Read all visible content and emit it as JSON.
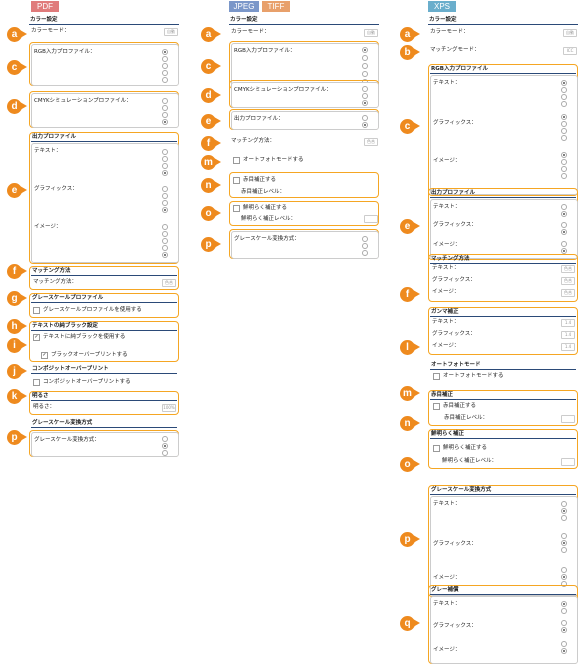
{
  "tabs": {
    "pdf": "PDF",
    "jpeg": "JPEG",
    "tiff": "TIFF",
    "xps": "XPS"
  },
  "colors": {
    "pdf_tab": "#e07b7b",
    "jpeg_tab": "#7b97c9",
    "tiff_tab": "#e8a06b",
    "xps_tab": "#6aaecc",
    "badge": "#ee8a1e",
    "highlight": "#f5a623",
    "header_line": "#2b4a78"
  },
  "pdf": {
    "color_settings": "カラー設定",
    "color_mode": "カラーモード：",
    "color_mode_val": "自動",
    "rgb_profile": "RGB入力プロファイル：",
    "cmyk_profile": "CMYKシミュレーションプロファイル：",
    "output_profile": "出力プロファイル",
    "text": "テキスト：",
    "graphics": "グラフィックス：",
    "image": "イメージ：",
    "matching": "マッチング方法",
    "matching_method": "マッチング方法：",
    "matching_val": "色合",
    "gray_profile": "グレースケールプロファイル",
    "use_gray_profile": "グレースケールプロファイルを使用する",
    "pure_black": "テキストの純ブラック設定",
    "use_pure_black": "テキストに純ブラックを使用する",
    "black_overprint": "ブラックオーバープリントする",
    "composite": "コンポジットオーバープリント",
    "composite_check": "コンポジットオーバープリントする",
    "brightness": "明るさ",
    "brightness_label": "明るさ：",
    "brightness_val": "100%",
    "gray_conv": "グレースケール変換方式",
    "gray_conv_label": "グレースケール変換方式："
  },
  "jpeg": {
    "color_settings": "カラー設定",
    "color_mode": "カラーモード：",
    "color_mode_val": "自動",
    "rgb_profile": "RGB入力プロファイル：",
    "cmyk_profile": "CMYKシミュレーションプロファイル：",
    "output_profile": "出力プロファイル：",
    "matching_method": "マッチング方法：",
    "matching_val": "色合",
    "auto_photo": "オートフォトモードする",
    "red_eye": "赤目補正する",
    "red_eye_level": "赤目補正レベル：",
    "bright_fix": "鮮明らく補正する",
    "bright_fix_level": "鮮明らく補正レベル：",
    "gray_conv": "グレースケール変換方式："
  },
  "xps": {
    "color_settings": "カラー設定",
    "color_mode": "カラーモード：",
    "color_mode_val": "自動",
    "matching_mode": "マッチングモード：",
    "matching_mode_val": "ICC",
    "rgb_profile": "RGB入力プロファイル",
    "text": "テキスト：",
    "graphics": "グラフィックス：",
    "image": "イメージ：",
    "output_profile": "出力プロファイル",
    "matching": "マッチング方法",
    "matching_val": "色合",
    "gamma": "ガンマ補正",
    "gamma_val": "1.4",
    "auto_photo_h": "オートフォトモード",
    "auto_photo": "オートフォトモードする",
    "red_eye_h": "赤目補正",
    "red_eye": "赤目補正する",
    "red_eye_level": "赤目補正レベル：",
    "bright_h": "鮮明らく補正",
    "bright_fix": "鮮明らく補正する",
    "bright_fix_level": "鮮明らく補正レベル：",
    "gray_conv": "グレースケール変換方式",
    "gray_comp": "グレー補償"
  },
  "badges": {
    "a": "a",
    "b": "b",
    "c": "c",
    "d": "d",
    "e": "e",
    "f": "f",
    "g": "g",
    "h": "h",
    "i": "i",
    "j": "j",
    "k": "k",
    "l": "l",
    "m": "m",
    "n": "n",
    "o": "o",
    "p": "p",
    "q": "q"
  }
}
